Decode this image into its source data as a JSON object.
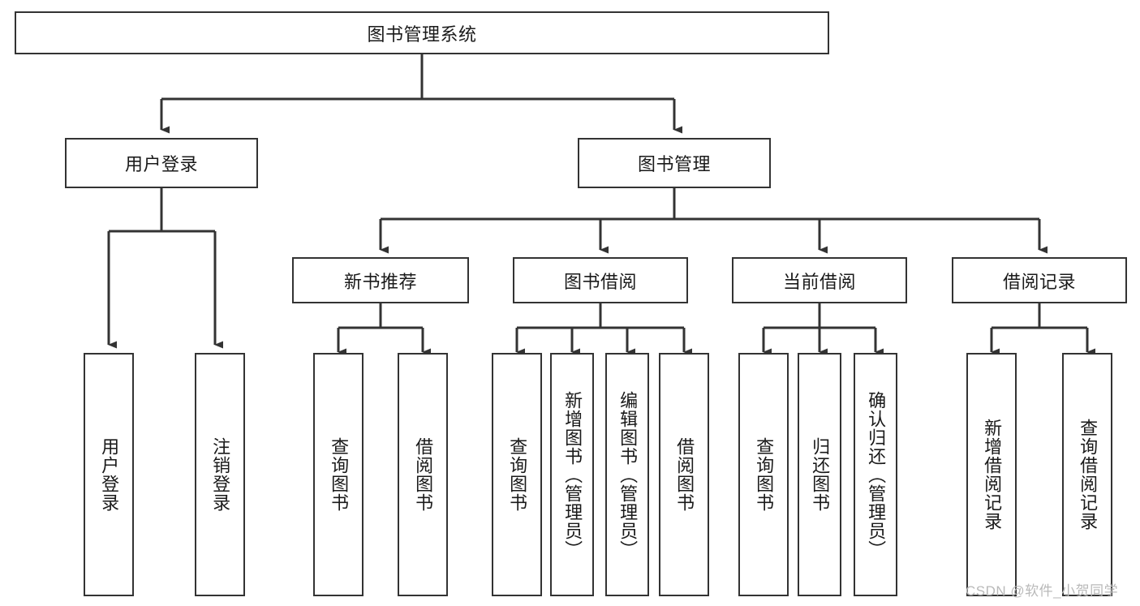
{
  "diagram": {
    "type": "tree-hierarchy",
    "title": "图书管理系统",
    "orientation": "top-down",
    "watermark": "CSDN @软件_小贺同学",
    "colors": {
      "stroke": "#333333",
      "fill": "#ffffff",
      "text": "#1a1a1a",
      "watermark": "#b9b9b9"
    },
    "levels": {
      "root": {
        "label": "图书管理系统"
      },
      "level2": [
        {
          "label": "用户登录"
        },
        {
          "label": "图书管理"
        }
      ],
      "level3": [
        {
          "label": "新书推荐"
        },
        {
          "label": "图书借阅"
        },
        {
          "label": "当前借阅"
        },
        {
          "label": "借阅记录"
        }
      ],
      "leaves": {
        "user_login": [
          {
            "label": "用户登录"
          },
          {
            "label": "注销登录"
          }
        ],
        "new_book_recommend": [
          {
            "label": "查询图书"
          },
          {
            "label": "借阅图书"
          }
        ],
        "book_borrow": [
          {
            "label": "查询图书"
          },
          {
            "label": "新增图书（管理员）"
          },
          {
            "label": "编辑图书（管理员）"
          },
          {
            "label": "借阅图书"
          }
        ],
        "current_borrow": [
          {
            "label": "查询图书"
          },
          {
            "label": "归还图书"
          },
          {
            "label": "确认归还（管理员）"
          }
        ],
        "borrow_record": [
          {
            "label": "新增借阅记录"
          },
          {
            "label": "查询借阅记录"
          }
        ]
      }
    }
  }
}
